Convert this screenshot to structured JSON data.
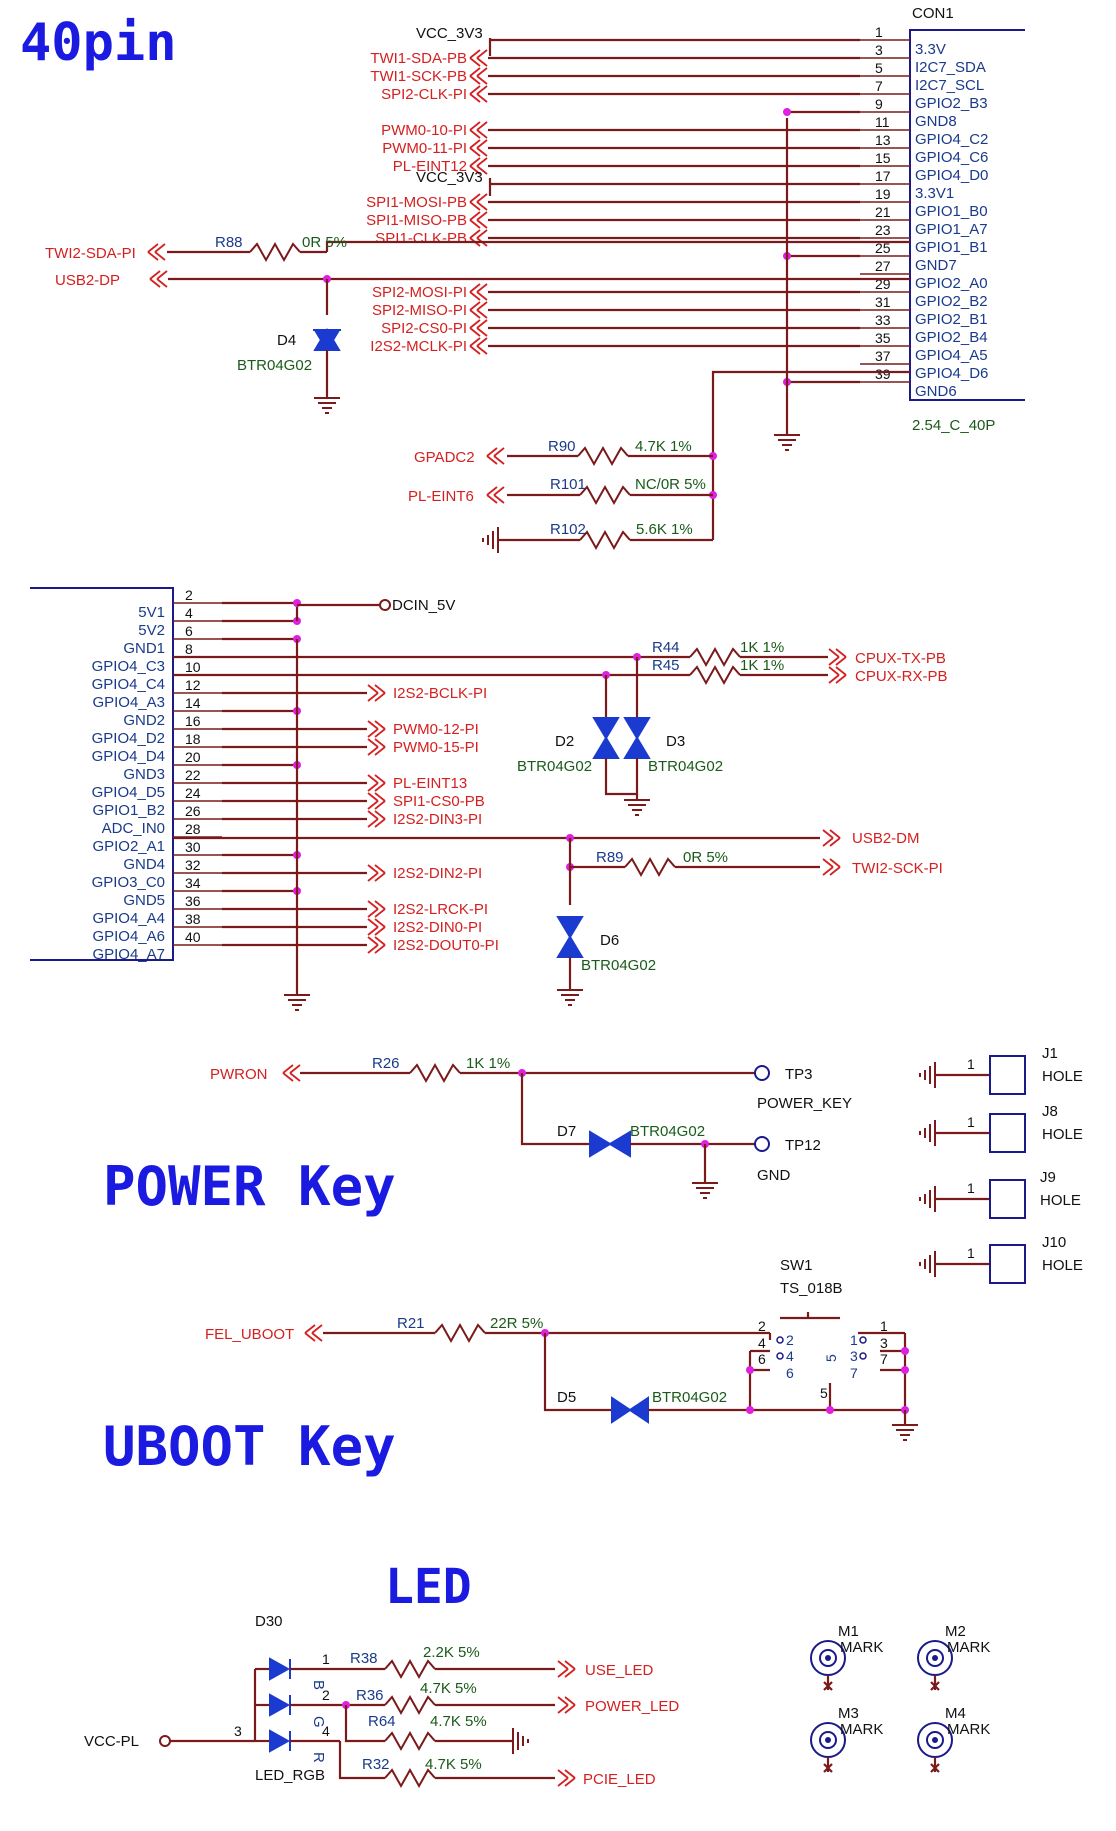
{
  "headings": {
    "top": "40pin",
    "power": "POWER Key",
    "uboot": "UBOOT Key",
    "led": "LED"
  },
  "con1": {
    "ref": "CON1",
    "footprint": "2.54_C_40P",
    "pin_numbers": [
      "1",
      "3",
      "5",
      "7",
      "9",
      "11",
      "13",
      "15",
      "17",
      "19",
      "21",
      "23",
      "25",
      "27",
      "29",
      "31",
      "33",
      "35",
      "37",
      "39"
    ],
    "pin_names": [
      "3.3V",
      "I2C7_SDA",
      "I2C7_SCL",
      "GPIO2_B3",
      "GND8",
      "GPIO4_C2",
      "GPIO4_C6",
      "GPIO4_D0",
      "3.3V1",
      "GPIO1_B0",
      "GPIO1_A7",
      "GPIO1_B1",
      "GND7",
      "GPIO2_A0",
      "GPIO2_B2",
      "GPIO2_B1",
      "GPIO2_B4",
      "GPIO4_A5",
      "GPIO4_D6",
      "GND6"
    ],
    "nets": [
      "VCC_3V3",
      "TWI1-SDA-PB",
      "TWI1-SCK-PB",
      "SPI2-CLK-PI",
      "",
      "PWM0-10-PI",
      "PWM0-11-PI",
      "PL-EINT12",
      "VCC_3V3",
      "SPI1-MOSI-PB",
      "SPI1-MISO-PB",
      "SPI1-CLK-PB",
      "",
      "",
      "SPI2-MOSI-PI",
      "SPI2-MISO-PI",
      "SPI2-CS0-PI",
      "I2S2-MCLK-PI",
      "",
      ""
    ]
  },
  "con1_extra": {
    "twi2_sda": "TWI2-SDA-PI",
    "usb2_dp": "USB2-DP",
    "r88": "R88",
    "r88_val": "0R 5%",
    "d4": "D4",
    "d4_val": "BTR04G02",
    "gpadc2": "GPADC2",
    "r90": "R90",
    "r90_val": "4.7K 1%",
    "pl_eint6": "PL-EINT6",
    "r101": "R101",
    "r101_val": "NC/0R 5%",
    "r102": "R102",
    "r102_val": "5.6K 1%"
  },
  "con2": {
    "pin_numbers": [
      "2",
      "4",
      "6",
      "8",
      "10",
      "12",
      "14",
      "16",
      "18",
      "20",
      "22",
      "24",
      "26",
      "28",
      "30",
      "32",
      "34",
      "36",
      "38",
      "40"
    ],
    "pin_names": [
      "5V1",
      "5V2",
      "GND1",
      "GPIO4_C3",
      "GPIO4_C4",
      "GPIO4_A3",
      "GND2",
      "GPIO4_D2",
      "GPIO4_D4",
      "GND3",
      "GPIO4_D5",
      "GPIO1_B2",
      "ADC_IN0",
      "GPIO2_A1",
      "GND4",
      "GPIO3_C0",
      "GND5",
      "GPIO4_A4",
      "GPIO4_A6",
      "GPIO4_A7"
    ],
    "nets": [
      "",
      "",
      "",
      "",
      "",
      "I2S2-BCLK-PI",
      "",
      "PWM0-12-PI",
      "PWM0-15-PI",
      "",
      "PL-EINT13",
      "SPI1-CS0-PB",
      "I2S2-DIN3-PI",
      "",
      "",
      "I2S2-DIN2-PI",
      "",
      "I2S2-LRCK-PI",
      "I2S2-DIN0-PI",
      "I2S2-DOUT0-PI"
    ]
  },
  "con2_extra": {
    "dcin": "DCIN_5V",
    "r44": "R44",
    "r44_val": "1K 1%",
    "r45": "R45",
    "r45_val": "1K 1%",
    "cpux_tx": "CPUX-TX-PB",
    "cpux_rx": "CPUX-RX-PB",
    "d2": "D2",
    "d2_val": "BTR04G02",
    "d3": "D3",
    "d3_val": "BTR04G02",
    "usb2_dm": "USB2-DM",
    "r89": "R89",
    "r89_val": "0R 5%",
    "twi2_sck": "TWI2-SCK-PI",
    "d6": "D6",
    "d6_val": "BTR04G02"
  },
  "power": {
    "pwron": "PWRON",
    "r26": "R26",
    "r26_val": "1K 1%",
    "tp3": "TP3",
    "power_key": "POWER_KEY",
    "d7": "D7",
    "d7_val": "BTR04G02",
    "tp12": "TP12",
    "gnd": "GND"
  },
  "holes": [
    {
      "ref": "J1",
      "label": "HOLE",
      "pin": "1"
    },
    {
      "ref": "J8",
      "label": "HOLE",
      "pin": "1"
    },
    {
      "ref": "J9",
      "label": "HOLE",
      "pin": "1"
    },
    {
      "ref": "J10",
      "label": "HOLE",
      "pin": "1"
    }
  ],
  "uboot": {
    "fel": "FEL_UBOOT",
    "r21": "R21",
    "r21_val": "22R 5%",
    "sw1": "SW1",
    "sw1_val": "TS_018B",
    "d5": "D5",
    "d5_val": "BTR04G02",
    "sw_pins": [
      "2",
      "4",
      "6",
      "1",
      "3",
      "7",
      "1",
      "3",
      "7",
      "5",
      "6",
      "5"
    ]
  },
  "led": {
    "d30": "D30",
    "rgb": "LED_RGB",
    "vcc": "VCC-PL",
    "pin1": "1",
    "pin2": "2",
    "pin3": "3",
    "pin4": "4",
    "r38": "R38",
    "r38_val": "2.2K 5%",
    "use_led": "USE_LED",
    "r36": "R36",
    "r36_val": "4.7K 5%",
    "power_led": "POWER_LED",
    "r64": "R64",
    "r64_val": "4.7K 5%",
    "r32": "R32",
    "r32_val": "4.7K 5%",
    "pcie_led": "PCIE_LED",
    "b": "B",
    "g": "G",
    "r": "R"
  },
  "marks": [
    {
      "ref": "M1",
      "label": "MARK"
    },
    {
      "ref": "M2",
      "label": "MARK"
    },
    {
      "ref": "M3",
      "label": "MARK"
    },
    {
      "ref": "M4",
      "label": "MARK"
    }
  ]
}
